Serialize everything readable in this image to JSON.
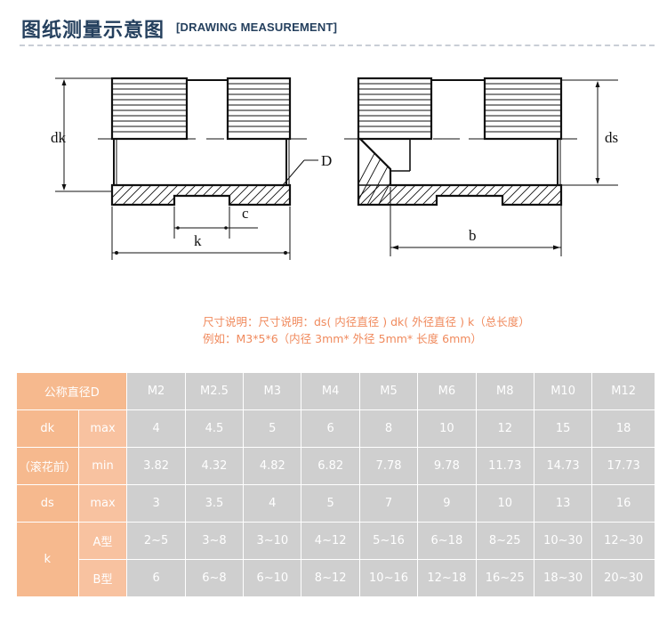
{
  "header": {
    "title_zh": "图纸测量示意图",
    "title_en": "[DRAWING MEASUREMENT]"
  },
  "drawings": {
    "left": {
      "labels": {
        "dk": "dk",
        "c": "c",
        "k": "k",
        "D": "D"
      }
    },
    "right": {
      "labels": {
        "ds": "ds",
        "b": "b"
      }
    }
  },
  "notes": {
    "line1": "尺寸说明：尺寸说明：ds( 内径直径 ) dk( 外径直径 )  k（总长度）",
    "line2": "例如：M3*5*6（内径 3mm* 外径 5mm* 长度 6mm）",
    "color": "#f08a5d"
  },
  "table": {
    "accent_header": "#f6b98e",
    "accent_sub": "#f8c2a0",
    "value_bg": "#cfcfcf",
    "corner_label": "公称直径D",
    "columns": [
      "M2",
      "M2.5",
      "M3",
      "M4",
      "M5",
      "M6",
      "M8",
      "M10",
      "M12"
    ],
    "rows": [
      {
        "label": "dk",
        "label2": "（滚花前）",
        "sub": "max",
        "values": [
          "4",
          "4.5",
          "5",
          "6",
          "8",
          "10",
          "12",
          "15",
          "18"
        ]
      },
      {
        "label": "",
        "sub": "min",
        "values": [
          "3.82",
          "4.32",
          "4.82",
          "6.82",
          "7.78",
          "9.78",
          "11.73",
          "14.73",
          "17.73"
        ]
      },
      {
        "label": "ds",
        "sub": "max",
        "values": [
          "3",
          "3.5",
          "4",
          "5",
          "7",
          "9",
          "10",
          "13",
          "16"
        ]
      },
      {
        "label": "k",
        "sub": "A型",
        "values": [
          "2~5",
          "3~8",
          "3~10",
          "4~12",
          "5~16",
          "6~18",
          "8~25",
          "10~30",
          "12~30"
        ]
      },
      {
        "label": "",
        "sub": "B型",
        "values": [
          "6",
          "6~8",
          "6~10",
          "8~12",
          "10~16",
          "12~18",
          "16~25",
          "18~30",
          "20~30"
        ]
      }
    ]
  }
}
